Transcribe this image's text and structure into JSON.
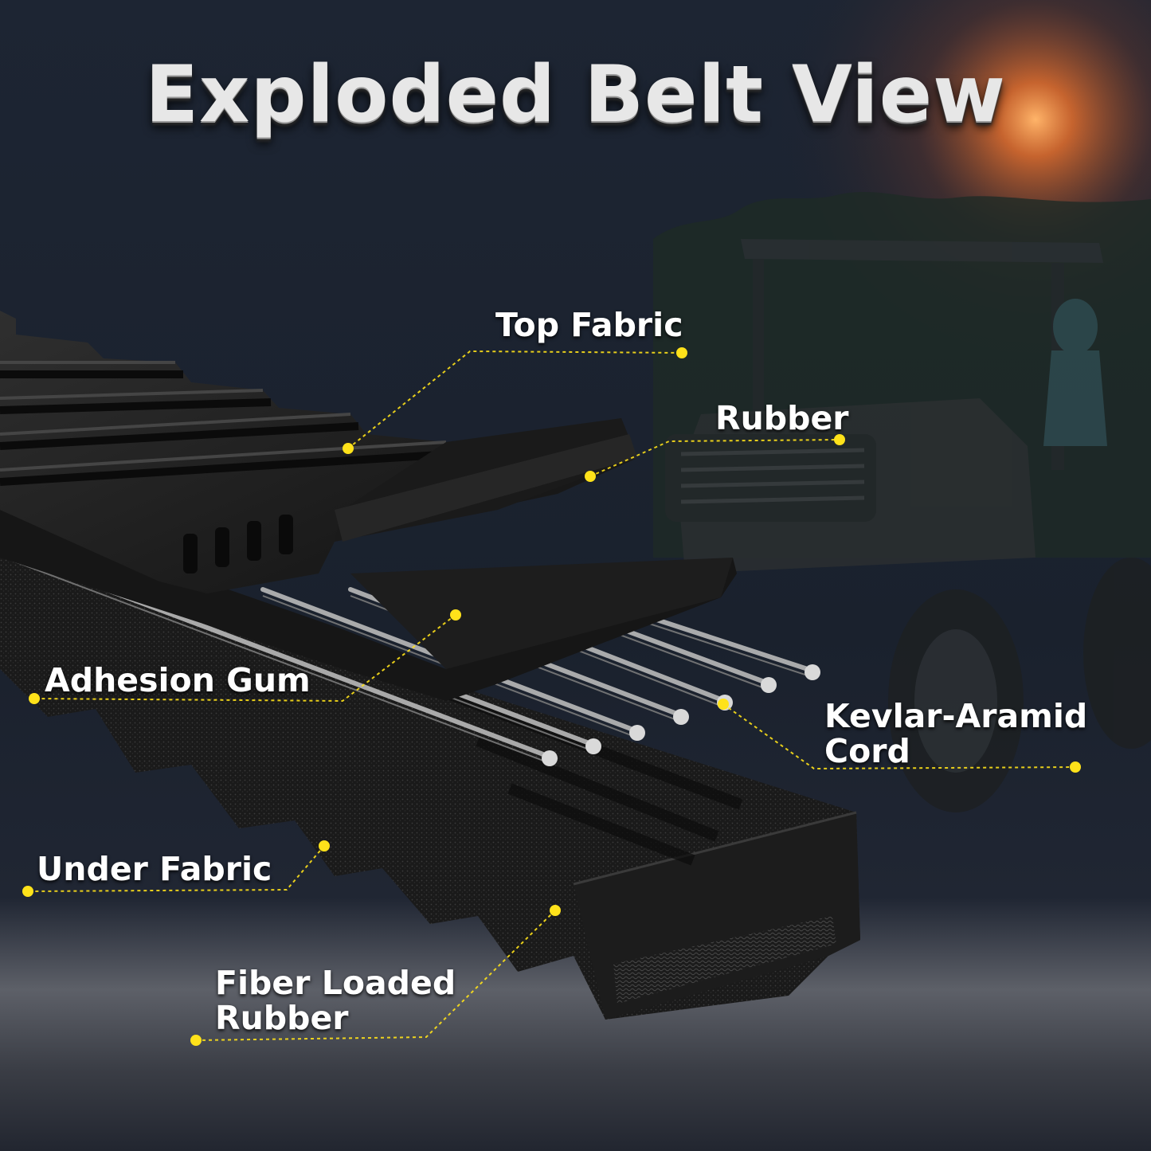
{
  "title": "Exploded Belt View",
  "colors": {
    "accent": "#ffe21a",
    "background": "#1b2230",
    "belt": "#151515"
  },
  "callouts": {
    "top_fabric": [
      "Top Fabric"
    ],
    "rubber": [
      "Rubber"
    ],
    "adhesion_gum": [
      "Adhesion Gum"
    ],
    "kevlar_cord": [
      "Kevlar-Aramid",
      "Cord"
    ],
    "under_fabric": [
      "Under Fabric"
    ],
    "fiber_loaded_rubber": [
      "Fiber Loaded",
      "Rubber"
    ]
  }
}
